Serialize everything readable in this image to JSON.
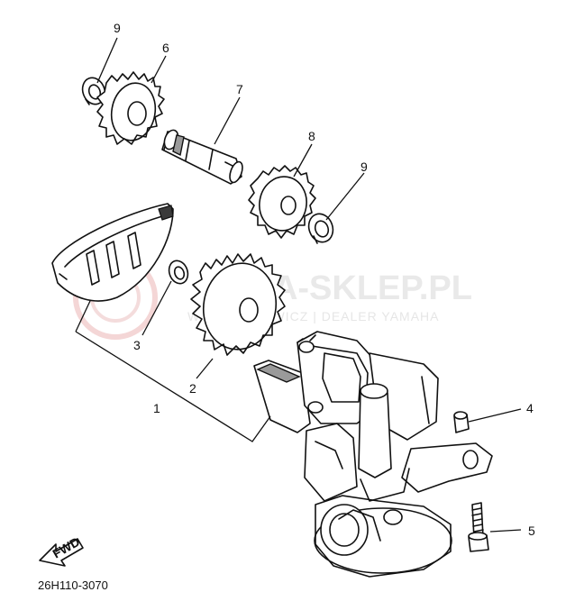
{
  "diagram": {
    "part_code": "26H110-3070",
    "direction_label": "FWD",
    "watermark": {
      "brand": "YAMA-SKLEP.PL",
      "subtitle": "WOJCIECHOWICZ | DEALER YAMAHA"
    },
    "callouts": [
      {
        "id": "9a",
        "text": "9"
      },
      {
        "id": "6",
        "text": "6"
      },
      {
        "id": "7",
        "text": "7"
      },
      {
        "id": "8",
        "text": "8"
      },
      {
        "id": "9b",
        "text": "9"
      },
      {
        "id": "3",
        "text": "3"
      },
      {
        "id": "2",
        "text": "2"
      },
      {
        "id": "1",
        "text": "1"
      },
      {
        "id": "4",
        "text": "4"
      },
      {
        "id": "5",
        "text": "5"
      }
    ]
  }
}
